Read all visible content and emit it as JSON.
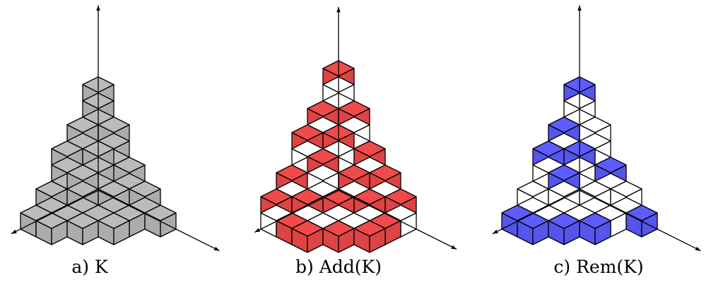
{
  "colors": {
    "gray": "#bbbbbb",
    "red": "#f04a4a",
    "blue": "#5c5cff",
    "blank": "#ffffff",
    "edge": "#000000"
  },
  "panels": [
    {
      "caption": "a) K",
      "name": "K",
      "fill": "gray",
      "heights": [
        [
          7,
          5,
          4,
          2,
          1
        ],
        [
          5,
          4,
          3,
          1,
          1
        ],
        [
          3,
          2,
          1,
          1,
          0
        ],
        [
          2,
          1,
          1,
          0,
          0
        ],
        [
          1,
          0,
          0,
          0,
          0
        ]
      ],
      "highlighted_cells": []
    },
    {
      "caption": "b) Add(K)",
      "name": "Add(K)",
      "fill": "red",
      "heights": [
        [
          8,
          6,
          5,
          3,
          2
        ],
        [
          6,
          5,
          4,
          2,
          1
        ],
        [
          4,
          3,
          2,
          1,
          1
        ],
        [
          3,
          2,
          1,
          1,
          0
        ],
        [
          2,
          1,
          1,
          0,
          0
        ]
      ],
      "highlighted_cells": [
        [
          0,
          0
        ],
        [
          0,
          1
        ],
        [
          0,
          2
        ],
        [
          0,
          3
        ],
        [
          0,
          4
        ],
        [
          1,
          0
        ],
        [
          1,
          1
        ],
        [
          1,
          2
        ],
        [
          1,
          3
        ],
        [
          1,
          4
        ],
        [
          2,
          0
        ],
        [
          2,
          1
        ],
        [
          2,
          2
        ],
        [
          2,
          4
        ],
        [
          3,
          0
        ],
        [
          3,
          1
        ],
        [
          3,
          3
        ],
        [
          4,
          0
        ],
        [
          4,
          1
        ],
        [
          4,
          2
        ]
      ]
    },
    {
      "caption": "c) Rem(K)",
      "name": "Rem(K)",
      "fill": "blue",
      "heights": [
        [
          7,
          5,
          4,
          2,
          1
        ],
        [
          5,
          4,
          3,
          1,
          1
        ],
        [
          3,
          2,
          1,
          1,
          0
        ],
        [
          2,
          1,
          1,
          0,
          0
        ],
        [
          1,
          0,
          0,
          0,
          0
        ]
      ],
      "highlighted_cells": [
        [
          0,
          0
        ],
        [
          0,
          1
        ],
        [
          0,
          2
        ],
        [
          0,
          4
        ],
        [
          1,
          1
        ],
        [
          1,
          2
        ],
        [
          1,
          4
        ],
        [
          2,
          0
        ],
        [
          2,
          3
        ],
        [
          3,
          2
        ],
        [
          4,
          0
        ]
      ]
    }
  ]
}
